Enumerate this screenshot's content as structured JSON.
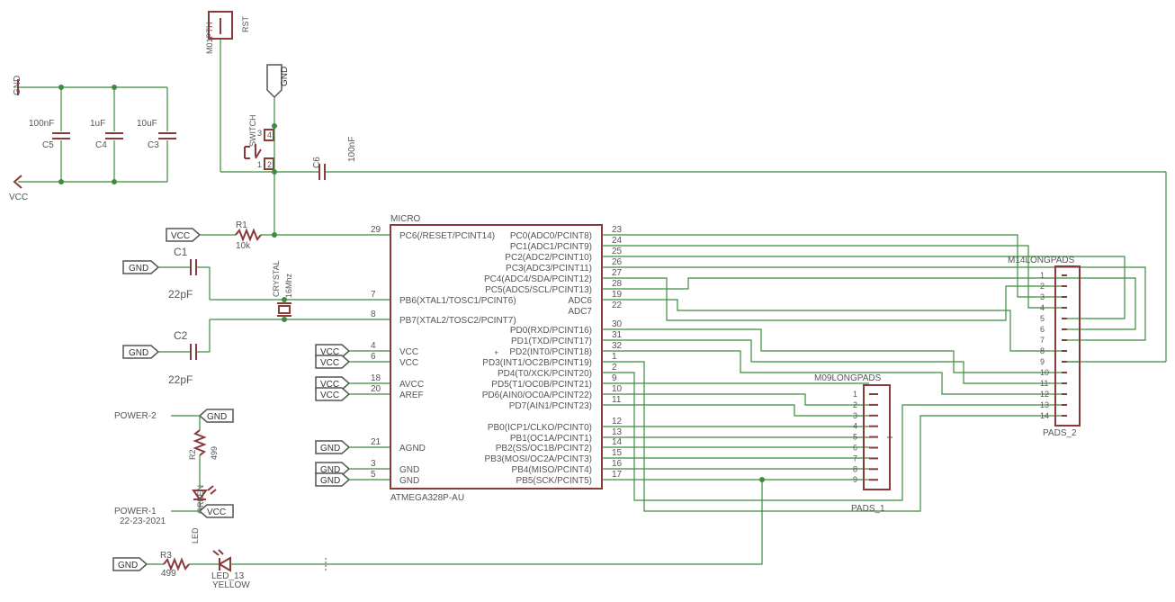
{
  "labels": {
    "gnd": "GND",
    "vcc": "VCC",
    "rst": "RST",
    "m01pth": "M01PTH",
    "switch": "SWITCH",
    "sw_pins": [
      "1",
      "2",
      "3",
      "4"
    ],
    "c6": "C6",
    "c6_val": "100nF",
    "c5": "C5",
    "c5_val": "100nF",
    "c4": "C4",
    "c4_val": "1uF",
    "c3": "C3",
    "c3_val": "10uF",
    "r1": "R1",
    "r1_val": "10k",
    "c1": "C1",
    "c1_val": "22pF",
    "c2": "C2",
    "c2_val": "22pF",
    "crystal": "CRYSTAL",
    "crystal_val": "16Mhz",
    "micro": "MICRO",
    "micro_part": "ATMEGA328P-AU",
    "r2": "R2",
    "r2_val": "499",
    "r3": "R3",
    "r3_val": "499",
    "power2": "POWER-2",
    "power1": "POWER-1",
    "power1_val": "22-23-2021",
    "led_green_name": "LED",
    "led_green_color": "GREEN",
    "led13": "LED_13",
    "led13_color": "YELLOW",
    "m09": "M09LONGPADS",
    "pads1": "PADS_1",
    "m14": "M14LONGPADS",
    "pads2": "PADS_2"
  },
  "mcu_left_pins": [
    {
      "num": "29",
      "name": "PC6(/RESET/PCINT14)"
    },
    {
      "num": "7",
      "name": "PB6(XTAL1/TOSC1/PCINT6)"
    },
    {
      "num": "8",
      "name": "PB7(XTAL2/TOSC2/PCINT7)"
    },
    {
      "num": "4",
      "name": "VCC"
    },
    {
      "num": "6",
      "name": "VCC"
    },
    {
      "num": "18",
      "name": "AVCC"
    },
    {
      "num": "20",
      "name": "AREF"
    },
    {
      "num": "21",
      "name": "AGND"
    },
    {
      "num": "3",
      "name": "GND"
    },
    {
      "num": "5",
      "name": "GND"
    }
  ],
  "mcu_right_pins": [
    {
      "num": "23",
      "name": "PC0(ADC0/PCINT8)"
    },
    {
      "num": "24",
      "name": "PC1(ADC1/PCINT9)"
    },
    {
      "num": "25",
      "name": "PC2(ADC2/PCINT10)"
    },
    {
      "num": "26",
      "name": "PC3(ADC3/PCINT11)"
    },
    {
      "num": "27",
      "name": "PC4(ADC4/SDA/PCINT12)"
    },
    {
      "num": "28",
      "name": "PC5(ADC5/SCL/PCINT13)"
    },
    {
      "num": "19",
      "name": "ADC6"
    },
    {
      "num": "22",
      "name": "ADC7"
    },
    {
      "num": "30",
      "name": "PD0(RXD/PCINT16)"
    },
    {
      "num": "31",
      "name": "PD1(TXD/PCINT17)"
    },
    {
      "num": "32",
      "name": "PD2(INT0/PCINT18)"
    },
    {
      "num": "1",
      "name": "PD3(INT1/OC2B/PCINT19)"
    },
    {
      "num": "2",
      "name": "PD4(T0/XCK/PCINT20)"
    },
    {
      "num": "9",
      "name": "PD5(T1/OC0B/PCINT21)"
    },
    {
      "num": "10",
      "name": "PD6(AIN0/OC0A/PCINT22)"
    },
    {
      "num": "11",
      "name": "PD7(AIN1/PCINT23)"
    },
    {
      "num": "12",
      "name": "PB0(ICP1/CLKO/PCINT0)"
    },
    {
      "num": "13",
      "name": "PB1(OC1A/PCINT1)"
    },
    {
      "num": "14",
      "name": "PB2(SS/OC1B/PCINT2)"
    },
    {
      "num": "15",
      "name": "PB3(MOSI/OC2A/PCINT3)"
    },
    {
      "num": "16",
      "name": "PB4(MISO/PCINT4)"
    },
    {
      "num": "17",
      "name": "PB5(SCK/PCINT5)"
    }
  ],
  "m09_pins": [
    "1",
    "2",
    "3",
    "4",
    "5",
    "6",
    "7",
    "8",
    "9"
  ],
  "m14_pins": [
    "1",
    "2",
    "3",
    "4",
    "5",
    "6",
    "7",
    "8",
    "9",
    "10",
    "11",
    "12",
    "13",
    "14"
  ],
  "colors": {
    "part": "#8b3a3a",
    "wire": "#3c8c3c",
    "text": "#555555"
  }
}
